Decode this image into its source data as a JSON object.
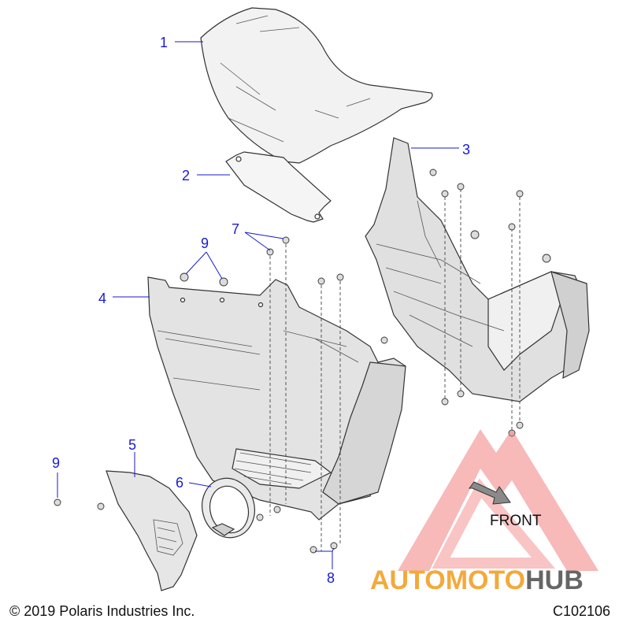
{
  "callouts": [
    {
      "label": "1"
    },
    {
      "label": "2"
    },
    {
      "label": "3"
    },
    {
      "label": "4"
    },
    {
      "label": "5"
    },
    {
      "label": "6"
    },
    {
      "label": "7"
    },
    {
      "label": "8"
    },
    {
      "label": "9"
    },
    {
      "label": "9"
    }
  ],
  "orientation": {
    "label": "FRONT"
  },
  "watermark": {
    "part1": "AUTO",
    "part2": "MOTO",
    "part3": "HUB"
  },
  "footer": {
    "copyright": "© 2019 Polaris Industries Inc.",
    "diagram_code": "C102106"
  },
  "colors": {
    "callout": "#1a1ad0",
    "watermark_triangle": "#ef6f6f",
    "brand_orange": "#f3a93a",
    "brand_gray": "#666666"
  }
}
